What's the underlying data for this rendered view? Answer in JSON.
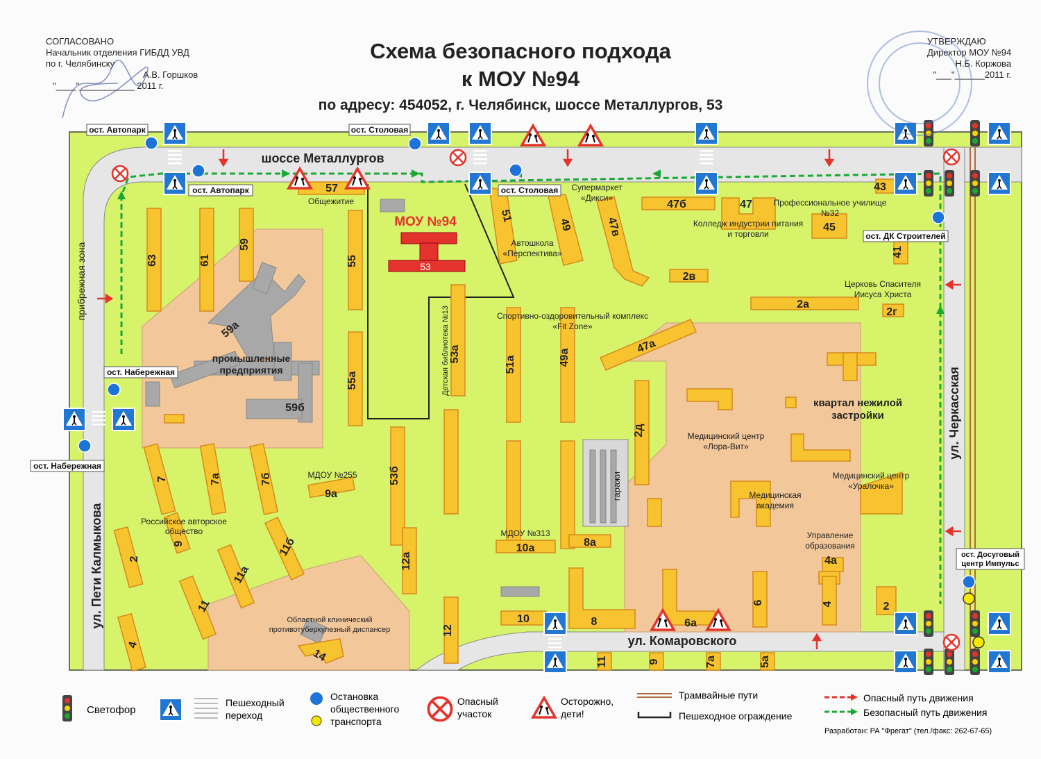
{
  "header": {
    "left_title": "СОГЛАСОВАНО",
    "left_line1": "Начальник отделения ГИБДД УВД",
    "left_line2": "по г. Челябинску",
    "left_signature": "А.В. Горшков",
    "left_date": "\"____\"___________ 2011 г.",
    "right_title": "УТВЕРЖДАЮ",
    "right_line1": "Директор МОУ №94",
    "right_signature": "Н.Б. Коржова",
    "right_date": "\"___\"______2011 г.",
    "title1": "Схема безопасного подхода",
    "title2": "к МОУ №94",
    "subtitle": "по адресу: 454052, г. Челябинск, шоссе Металлургов, 53"
  },
  "streets": {
    "north": "шоссе Металлургов",
    "south": "ул. Комаровского",
    "west": "ул. Пети Калмыкова",
    "east": "ул. Черкасская",
    "embankment": "прибрежная зона"
  },
  "stops": {
    "avtopark1": "ост. Автопарк",
    "avtopark2": "ост. Автопарк",
    "stolovaya1": "ост. Столовая",
    "stolovaya2": "ост. Столовая",
    "dk": "ост. ДК Строителей",
    "naberezhnaya1": "ост. Набережная",
    "naberezhnaya2": "ост. Набережная",
    "dosug": "ост. Досуговый центр Импульс"
  },
  "school": {
    "name": "МОУ №94",
    "number": "53"
  },
  "buildings": {
    "b57": "57",
    "b55": "55",
    "b55a": "55а",
    "b59": "59",
    "b61": "61",
    "b63": "63",
    "b59a": "59а",
    "b59b": "59б",
    "b51": "51",
    "b49": "49",
    "b47v": "47в",
    "b47b": "47б",
    "b47": "47",
    "b45": "45",
    "b43": "43",
    "b41": "41",
    "b2v": "2в",
    "b2a": "2а",
    "b2g": "2г",
    "b47a": "47а",
    "b53a": "53а",
    "b51a": "51а",
    "b49a": "49а",
    "b53b": "53б",
    "b2d": "2д",
    "b7": "7",
    "b7a": "7а",
    "b7b": "7б",
    "b9a": "9а",
    "b9": "9",
    "b2": "2",
    "b11b": "11б",
    "b11a": "11а",
    "b11": "11",
    "b4": "4",
    "b12a": "12а",
    "b12": "12",
    "b14": "14",
    "b10a": "10а",
    "b8a": "8а",
    "b10": "10",
    "b8": "8",
    "b6a": "6а",
    "b6": "6",
    "b4a": "4а",
    "b4e": "4",
    "b2e": "2",
    "s11": "11",
    "s9": "9",
    "s7a": "7а",
    "s5a": "5а"
  },
  "labels": {
    "obshchezhitie": "Общежитие",
    "industry": "промышленные предприятия",
    "library": "Детская библиотека №13",
    "avtoshkola": "Автошкола «Перспектива»",
    "supermarket": "Супермаркет «Дикси»",
    "college_prof": "Профессиональное училище №32",
    "college": "Колледж индустрии питания и торговли",
    "church": "Церковь Спасителя Иисуса Христа",
    "sport": "Спортивно-оздоровительный комплекс «Fit Zone»",
    "kvartal": "квартал нежилой застройки",
    "med_lora": "Медицинский центр «Лора-Вит»",
    "med_ural": "Медицинский центр «Уралочка»",
    "med_acad": "Медицинская академия",
    "garages": "гаражи",
    "mdou255": "МДОУ №255",
    "mdou313": "МДОУ №313",
    "rao": "Российское авторское общество",
    "dispanser": "Областной клинический противотуберкулезный диспансер",
    "upravlenie": "Управление образования"
  },
  "legend": {
    "svetofor": "Светофор",
    "crossing": "Пешеходный переход",
    "stop": "Остановка общественного транспорта",
    "danger": "Опасный участок",
    "children": "Осторожно, дети!",
    "tram": "Трамвайные пути",
    "fence": "Пешеходное ограждение",
    "danger_path": "Опасный путь движения",
    "safe_path": "Безопасный путь движения",
    "credits": "Разработан: РА \"Фрегат\" (тел./факс: 262-67-65)"
  },
  "colors": {
    "field": "#d7f36a",
    "building": "#f7c32e",
    "building_stroke": "#d58a1c",
    "industrial": "#f2c79a",
    "grey_building": "#a8a8a8",
    "road": "#e6e6e6",
    "safe": "#1aa834",
    "danger": "#e4332d",
    "stop": "#1e73d8",
    "sign_blue": "#2277d3",
    "tram": "#b06a3c"
  }
}
